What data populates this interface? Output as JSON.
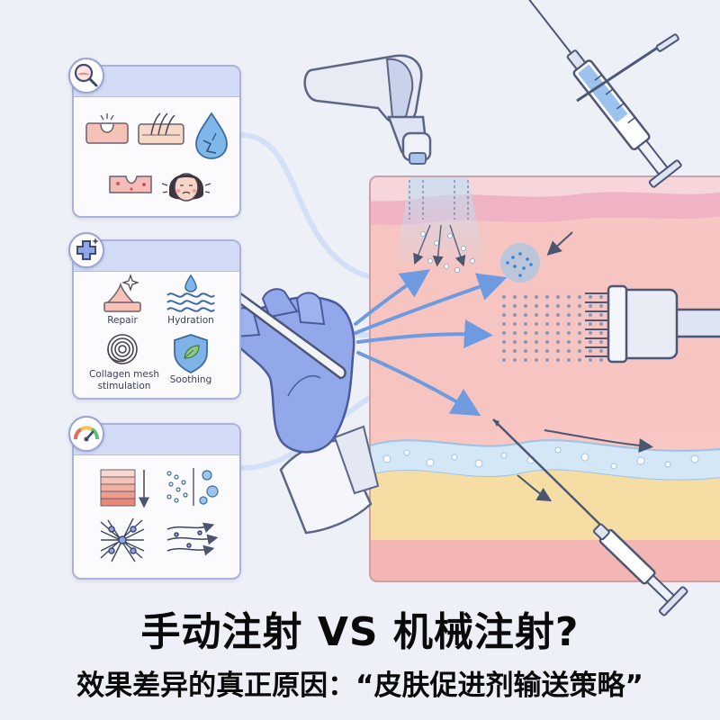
{
  "title": "手动注射 VS 机械注射?",
  "subtitle": "效果差异的真正原因：“皮肤促进剂输送策略”",
  "benefits": {
    "repair": "Repair",
    "hydration": "Hydration",
    "collagen_line1": "Collagen mesh",
    "collagen_line2": "stimulation",
    "soothing": "Soothing"
  },
  "icons": {
    "card1_badge": "magnifier-skin-icon",
    "card2_badge": "medical-plus-icon",
    "card3_badge": "gauge-icon"
  },
  "colors": {
    "background": "#eef0f8",
    "card_border": "#aab2d8",
    "card_header": "#d3dbf6",
    "skin_epidermis": "#f1b7c4",
    "skin_dermis": "#f8c8c5",
    "vessel": "#cfe4f5",
    "fat": "#f6dc9f",
    "arrow": "#6e9be0",
    "glove": "#8fa6e8"
  }
}
